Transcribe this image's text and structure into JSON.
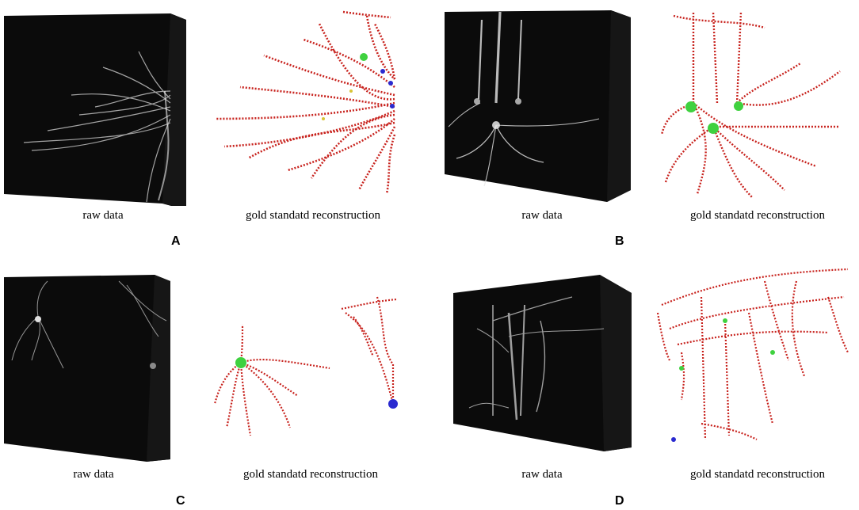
{
  "panels": [
    {
      "letter": "A",
      "raw_caption": "raw data",
      "recon_caption": "gold standatd reconstruction"
    },
    {
      "letter": "B",
      "raw_caption": "raw data",
      "recon_caption": "gold standatd reconstruction"
    },
    {
      "letter": "C",
      "raw_caption": "raw data",
      "recon_caption": "gold standatd reconstruction"
    },
    {
      "letter": "D",
      "raw_caption": "raw data",
      "recon_caption": "gold standatd reconstruction"
    }
  ],
  "colors": {
    "volume_background": "#0b0b0b",
    "neurite": "#c8231e",
    "soma": "#3fd13f",
    "marker_blue": "#2a2ad0",
    "marker_yellow": "#d8c437",
    "raw_signal": "#d8d8d8"
  }
}
